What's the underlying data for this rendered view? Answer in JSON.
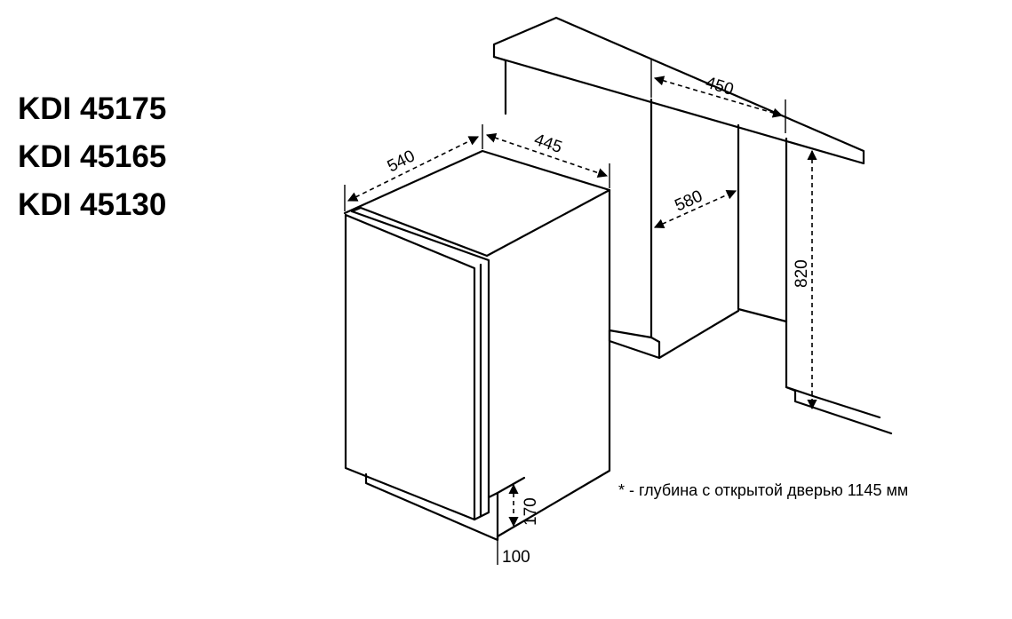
{
  "models": [
    "KDI 45175",
    "KDI 45165",
    "KDI 45130"
  ],
  "dimensions": {
    "depth": "540",
    "width": "445",
    "niche_width": "450",
    "niche_depth": "580",
    "niche_height": "820",
    "plinth_height": "170",
    "plinth_depth": "100"
  },
  "footnote": "* - глубина с открытой дверью 1145 мм"
}
